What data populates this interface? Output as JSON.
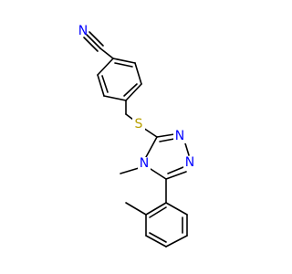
{
  "molecule": {
    "atoms": {
      "nitrile_n": {
        "symbol": "N",
        "color": "#0000FF"
      },
      "nitrile_c": {
        "symbol": "C",
        "color": "#000000"
      },
      "sulfur": {
        "symbol": "S",
        "color": "#B8A000"
      },
      "triazole_n_methyl": {
        "symbol": "N",
        "color": "#0000FF"
      },
      "triazole_n_upper": {
        "symbol": "N",
        "color": "#0000FF"
      },
      "triazole_n_lower": {
        "symbol": "N",
        "color": "#0000FF"
      }
    },
    "bond_color": "#000000",
    "background": "#FFFFFF"
  }
}
